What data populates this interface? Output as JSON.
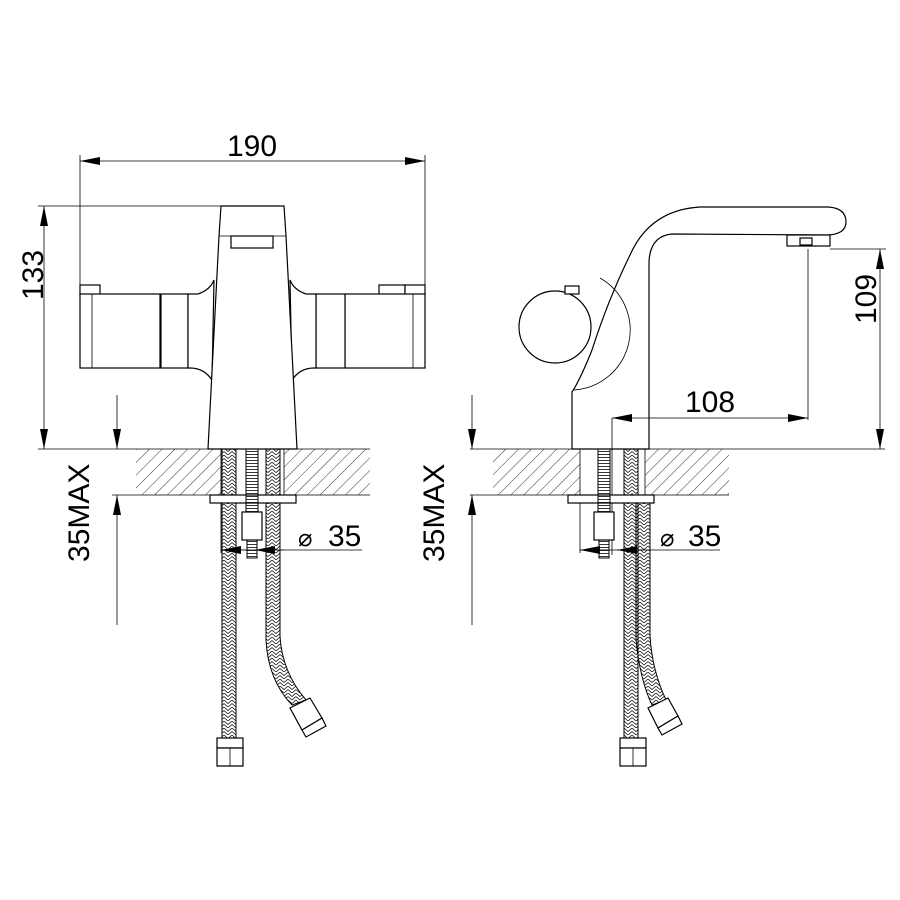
{
  "front_view": {
    "width_label": "190",
    "height_label": "133",
    "mount_max_label": "35MAX",
    "hole_symbol": "⌀",
    "hole_label": "35"
  },
  "side_view": {
    "reach_label": "108",
    "spout_height_label": "109",
    "mount_max_label": "35MAX",
    "hole_symbol": "⌀",
    "hole_label": "35"
  },
  "colors": {
    "line": "#000000",
    "background": "#ffffff"
  }
}
